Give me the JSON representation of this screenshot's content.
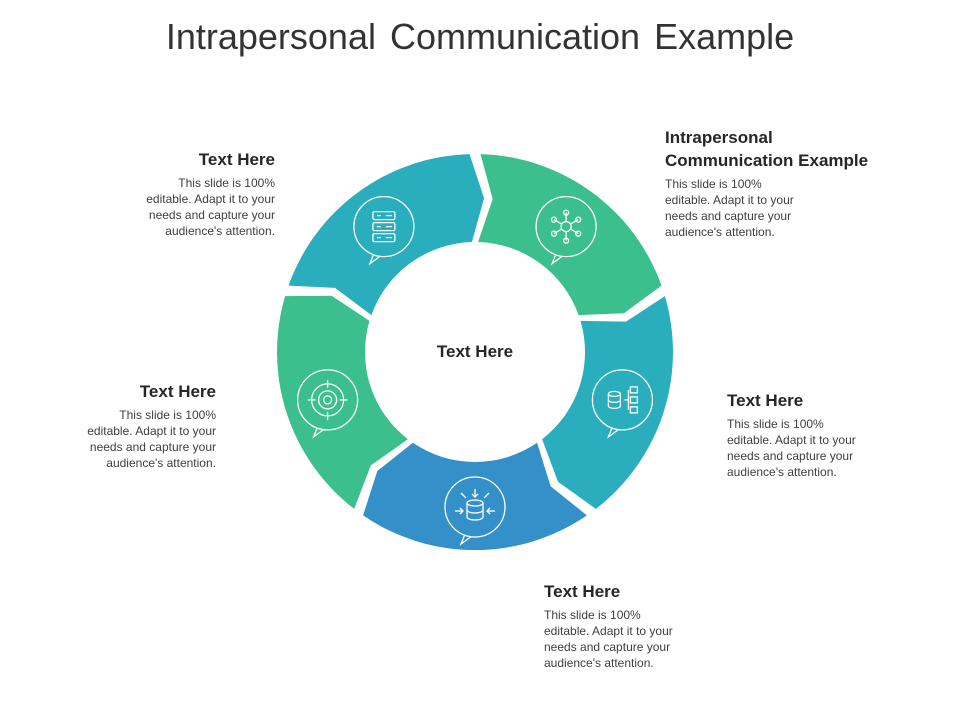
{
  "title": "Intrapersonal Communication Example",
  "center_label": "Text Here",
  "colors": {
    "teal": "#2aaebe",
    "green": "#3bbf8c",
    "blue": "#3490c9",
    "icon_stroke": "#ffffff"
  },
  "segments": [
    {
      "id": "top-right",
      "color": "#3bbf8c",
      "icon": "network-hub-icon",
      "heading": "Intrapersonal\nCommunication Example",
      "description": "This slide is 100%\neditable. Adapt it to your\nneeds and capture your\naudience's attention."
    },
    {
      "id": "right",
      "color": "#2aaebe",
      "icon": "database-hierarchy-icon",
      "heading": "Text Here",
      "description": "This slide is 100%\neditable. Adapt it to your\nneeds and capture your\naudience's attention."
    },
    {
      "id": "bottom",
      "color": "#3490c9",
      "icon": "database-inflow-icon",
      "heading": "Text Here",
      "description": "This slide is 100%\neditable. Adapt it to your\nneeds and capture your\naudience's attention."
    },
    {
      "id": "left",
      "color": "#3bbf8c",
      "icon": "target-gear-icon",
      "heading": "Text Here",
      "description": "This slide is 100%\neditable. Adapt it to your\nneeds and capture your\naudience's attention."
    },
    {
      "id": "top-left",
      "color": "#2aaebe",
      "icon": "server-stack-icon",
      "heading": "Text Here",
      "description": "This slide is 100%\neditable. Adapt it to your\nneeds and capture your\naudience's attention."
    }
  ]
}
